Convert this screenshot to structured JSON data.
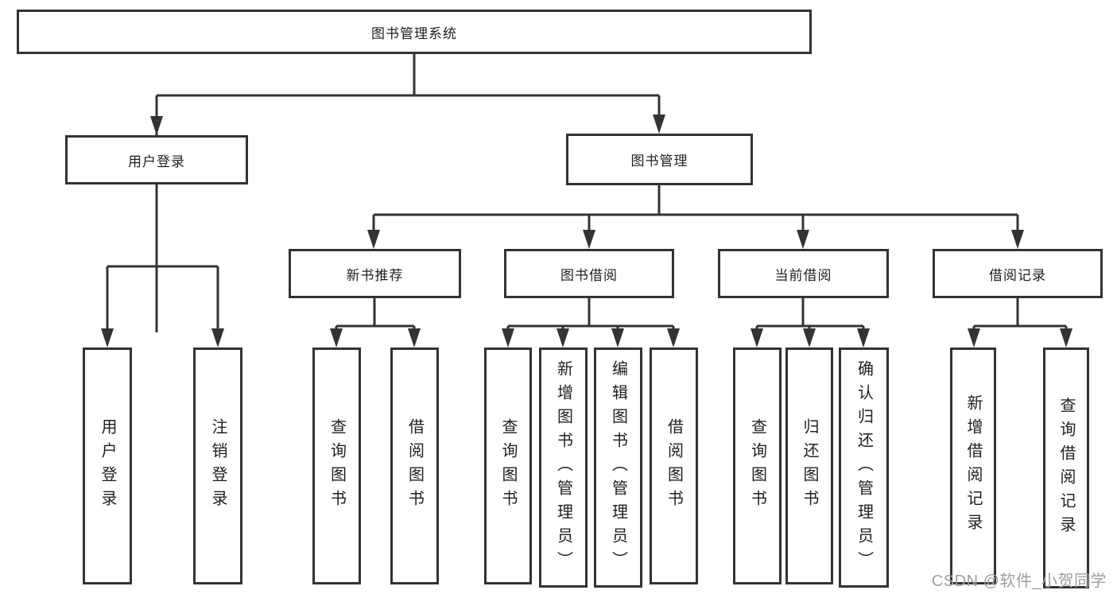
{
  "root": {
    "label": "图书管理系统"
  },
  "level2": [
    {
      "label": "用户登录"
    },
    {
      "label": "图书管理"
    }
  ],
  "level3": [
    {
      "label": "新书推荐"
    },
    {
      "label": "图书借阅"
    },
    {
      "label": "当前借阅"
    },
    {
      "label": "借阅记录"
    }
  ],
  "leaves": {
    "login": [
      {
        "label": "用户登录"
      },
      {
        "label": "注销登录"
      }
    ],
    "newbook": [
      {
        "label": "查询图书"
      },
      {
        "label": "借阅图书"
      }
    ],
    "borrow": [
      {
        "label": "查询图书"
      },
      {
        "label": "新增图书（管理员）"
      },
      {
        "label": "编辑图书（管理员）"
      },
      {
        "label": "借阅图书"
      }
    ],
    "current": [
      {
        "label": "查询图书"
      },
      {
        "label": "归还图书"
      },
      {
        "label": "确认归还（管理员）"
      }
    ],
    "records": [
      {
        "label": "新增借阅记录"
      },
      {
        "label": "查询借阅记录"
      }
    ]
  },
  "watermark": {
    "text": "CSDN @软件_小贺同学"
  },
  "colors": {
    "line": "#333333",
    "text": "#1f1f1f",
    "watermark": "#9e9e9e",
    "background": "#ffffff"
  }
}
